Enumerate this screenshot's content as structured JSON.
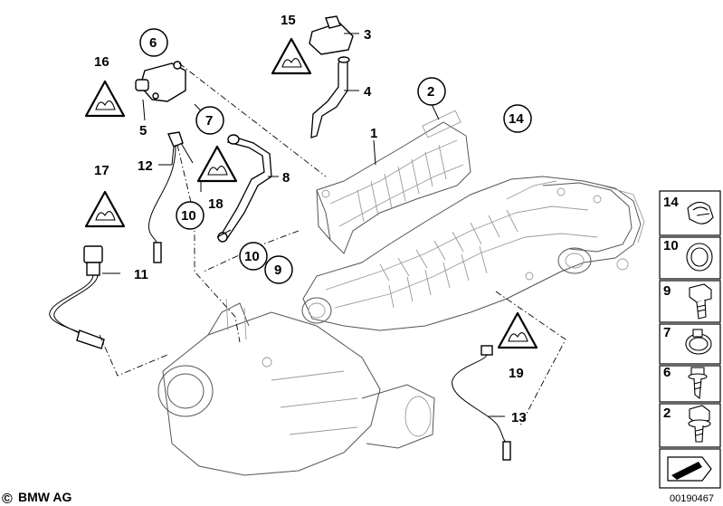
{
  "diagram": {
    "callouts_plain": [
      "1",
      "3",
      "4",
      "5",
      "8",
      "11",
      "12",
      "13",
      "15",
      "16",
      "17",
      "18",
      "19"
    ],
    "callouts_circled": [
      "2",
      "6",
      "7",
      "9",
      "10",
      "10",
      "14"
    ]
  },
  "legend": {
    "items": [
      {
        "number": "14",
        "icon": "hose-clip-icon"
      },
      {
        "number": "10",
        "icon": "sealing-ring-icon"
      },
      {
        "number": "9",
        "icon": "hex-bolt-icon"
      },
      {
        "number": "7",
        "icon": "hose-clamp-icon"
      },
      {
        "number": "6",
        "icon": "flange-screw-icon"
      },
      {
        "number": "2",
        "icon": "collar-bolt-icon"
      }
    ]
  },
  "footer": {
    "brand": "BMW AG",
    "copyright_symbol": "©",
    "image_number": "00190467"
  }
}
